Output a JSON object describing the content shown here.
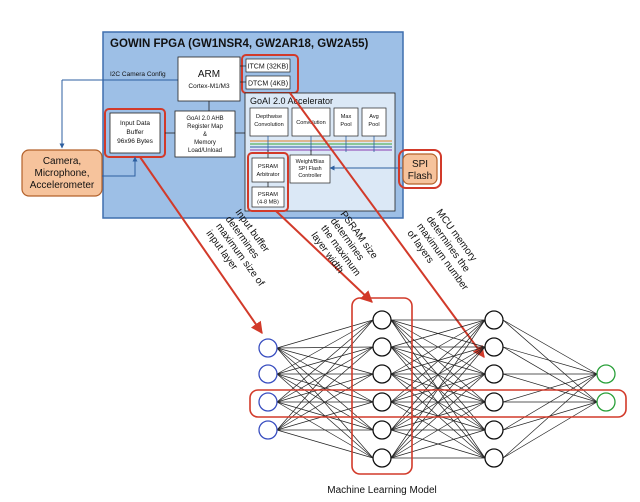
{
  "fpga": {
    "title": "GOWIN FPGA (GW1NSR4, GW2AR18, GW2A55)",
    "i2c_label": "I2C Camera Config",
    "arm": {
      "title": "ARM",
      "subtitle": "Cortex-M1/M3"
    },
    "itcm": "ITCM (32KB)",
    "dtcm": "DTCM (4KB)",
    "input_buffer": [
      "Input Data",
      "Buffer",
      "96x96 Bytes"
    ],
    "register_map": [
      "GoAI 2.0 AHB",
      "Register Map",
      "&",
      "Memory",
      "Load/Unload"
    ],
    "accelerator": {
      "title": "GoAI 2.0 Accelerator",
      "depthwise": [
        "Depthwise",
        "Convolution"
      ],
      "convolution": "Convolution",
      "max_pool": [
        "Max",
        "Pool"
      ],
      "avg_pool": [
        "Avg",
        "Pool"
      ],
      "psram_arbitrator": [
        "PSRAM",
        "Arbitrator"
      ],
      "flash_controller": [
        "Weight/Bias",
        "SPI Flash",
        "Controller"
      ]
    },
    "psram": [
      "PSRAM",
      "(4-8 MB)"
    ]
  },
  "external": {
    "sensors": [
      "Camera,",
      "Microphone,",
      "Accelerometer"
    ],
    "spi_flash": [
      "SPI",
      "Flash"
    ]
  },
  "annotations": {
    "input_buffer_note": [
      "Input buffer",
      "determines",
      "maximum size of",
      "input layer"
    ],
    "psram_note": [
      "PSRAM size",
      "determines",
      "the maximum",
      "layer width"
    ],
    "mcu_note": [
      "MCU memory",
      "determines the",
      "maximum number",
      "of layers"
    ]
  },
  "network": {
    "caption": "Machine Learning Model",
    "layer_sizes": [
      4,
      6,
      6,
      2
    ],
    "layer_colors": [
      "#3a4fc0",
      "#111111",
      "#111111",
      "#2aa03a"
    ]
  },
  "colors": {
    "fpga_bg": "#9dbfe6",
    "fpga_border": "#3f6fae",
    "highlight": "#d23a2a",
    "external_fill": "#f6c39c",
    "external_border": "#b3612a"
  }
}
